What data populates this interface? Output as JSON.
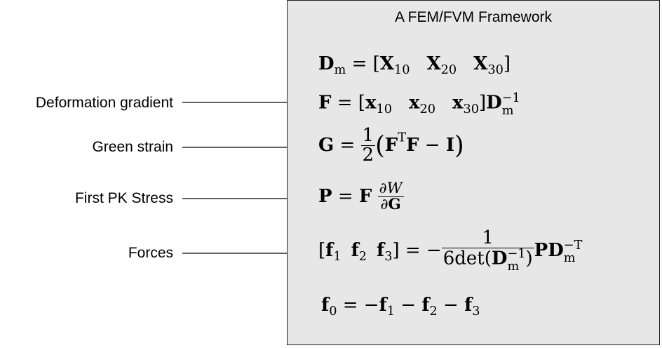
{
  "panel": {
    "title": "A FEM/FVM Framework"
  },
  "labels": [
    "Deformation gradient",
    "Green strain",
    "First PK Stress",
    "Forces"
  ],
  "equations": {
    "dm": "D_m = [X_10  X_20  X_30]",
    "f": "F = [x_10  x_20  x_30] D_m^-1",
    "g": "G = 1/2 (F^T F - I)",
    "p": "P = F ∂W/∂G",
    "forces": "[f_1  f_2  f_3] = -1/(6det(D_m^-1)) P D_m^-T",
    "f0": "f_0 = -f_1 - f_2 - f_3"
  }
}
